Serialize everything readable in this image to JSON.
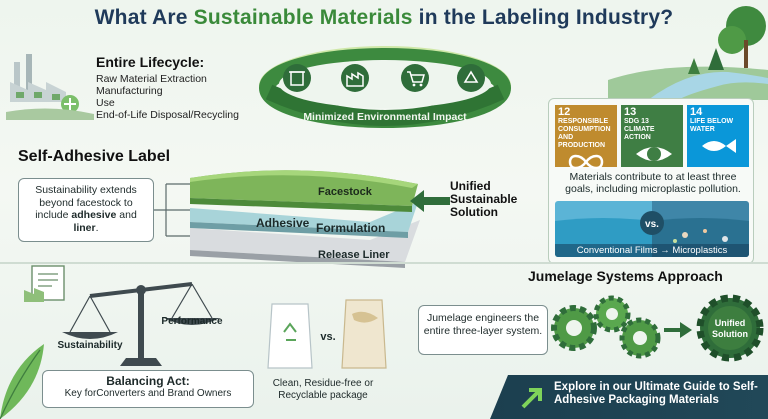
{
  "title": {
    "part1": "What Are ",
    "accent": "Sustainable Materials",
    "part2": " in the Labeling Industry?"
  },
  "lifecycle": {
    "heading": "Entire Lifecycle:",
    "items": [
      "Raw Material Extraction",
      "Manufacturing",
      "Use",
      "End-of-Life Disposal/Recycling"
    ]
  },
  "ring": {
    "label": "Minimized Environmental Impact",
    "icons": [
      "recycle-bin-icon",
      "factory-icon",
      "shopping-cart-icon",
      "recycle-icon"
    ]
  },
  "label_section": {
    "title": "Self-Adhesive Label",
    "explain_parts": [
      "Sustainability extends beyond facestock to include ",
      "adhesive",
      " and ",
      "liner",
      "."
    ],
    "layers": [
      "Facestock",
      "Adhesive",
      "Formulation",
      "Release Liner"
    ],
    "unified": "Unified Sustainable Solution"
  },
  "sdg": {
    "tiles": [
      {
        "number": "12",
        "text": "RESPONSIBLE CONSUMPTION AND PRODUCTION",
        "color": "#bf8b2e"
      },
      {
        "number": "13",
        "text": "SDG 13 CLIMATE ACTION",
        "color": "#3f7e44"
      },
      {
        "number": "14",
        "text": "LIFE BELOW WATER",
        "color": "#0a97d9"
      }
    ],
    "caption": "Materials contribute to at least three goals, including microplastic pollution.",
    "comparison": "vs.",
    "comparison_caption": "Conventional Films → Microplastics"
  },
  "balance": {
    "left": "Sustainability",
    "right": "Performance",
    "box_title": "Balancing Act:",
    "box_subtitle": "Key forConverters and Brand Owners"
  },
  "packages": {
    "vs": "vs.",
    "caption": "Clean, Residue-free or Recyclable package"
  },
  "jumelage": {
    "title": "Jumelage Systems Approach",
    "body": "Jumelage engineers the entire three-layer system.",
    "gear_label": "Unified Solution"
  },
  "explore": {
    "text": "Explore in our Ultimate Guide to Self-Adhesive Packaging Materials"
  },
  "colors": {
    "brand_green": "#3a8a3a",
    "title_navy": "#1f3a5a",
    "banner": "#1c3f4f"
  }
}
